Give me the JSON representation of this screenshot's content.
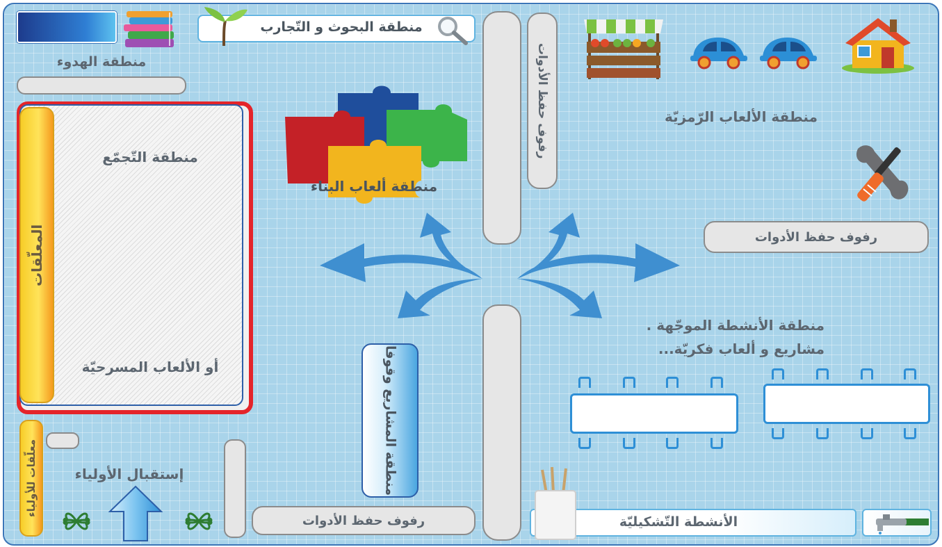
{
  "zones": {
    "research": "منطقة البحوث و التّجارب",
    "quiet": "منطقة الهدوء",
    "building": "منطقة ألعاب البناء",
    "symbolic": "منطقة الألعاب الرّمزيّة",
    "gathering": "منطقة التّجمّع",
    "theatrical": "أو الألعاب المسرحيّة",
    "guided_line1": "منطقة الأنشطة الموجّهة .",
    "guided_line2": "مشاريع و ألعاب فكريّة...",
    "projects": "منطقة المشاريع وقوفا",
    "parents_reception": "إستقبال الأولياء",
    "plastic_arts": "الأنشطة التّشكيليّة"
  },
  "shelves": {
    "vertical_top": "رفوف حفظ الأدوات",
    "right": "رفوف حفظ الأدوات",
    "bottom": "رفوف حفظ الأدوات"
  },
  "banners": {
    "hangings": "المعلّقات",
    "parents_hangings": "معلّقات للأولياء"
  },
  "icons": [
    "books-icon",
    "plant-icon",
    "magnifier-icon",
    "puzzle-icon",
    "market-stall-icon",
    "car-icon",
    "house-icon",
    "tools-icon",
    "arrows-icon",
    "up-arrow-icon",
    "clover-icon",
    "easel-icon",
    "faucet-icon"
  ],
  "colors": {
    "board": "#a9d4ea",
    "border": "#3b76b8",
    "arrow": "#3f8fd0",
    "table": "#2e8fd6",
    "highlight_red": "#e4242a",
    "banner_yellow": "#f7cd28"
  }
}
